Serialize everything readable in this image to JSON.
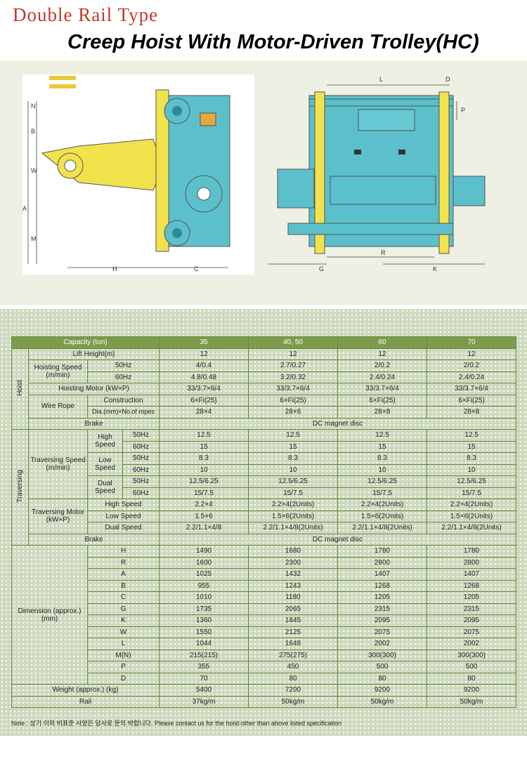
{
  "header": {
    "title": "Double Rail Type",
    "subtitle": "Creep Hoist With Motor-Driven Trolley(HC)"
  },
  "drawing": {
    "side_labels": {
      "N": "N",
      "B": "B",
      "W": "W",
      "A": "A",
      "M": "M",
      "H": "H",
      "C": "C"
    },
    "front_labels": {
      "L": "L",
      "D": "D",
      "P": "P",
      "R": "R",
      "G": "G",
      "K": "K"
    }
  },
  "table": {
    "header": {
      "label": "Capacity (ton)",
      "c1": "35",
      "c2": "40, 50",
      "c3": "60",
      "c4": "70"
    },
    "groups": {
      "hoist": "Hoist",
      "traversing": "Traversing"
    },
    "lift_height": {
      "label": "Lift Height(m)",
      "values": [
        "12",
        "12",
        "12",
        "12"
      ]
    },
    "hoisting_speed": {
      "label": "Hoisting Speed (m/min)",
      "hz50": "50Hz",
      "hz60": "60Hz",
      "values50": [
        "4/0.4",
        "2.7/0.27",
        "2/0.2",
        "2/0.2"
      ],
      "values60": [
        "4.8/0.48",
        "3.2/0.32",
        "2.4/0.24",
        "2.4/0.24"
      ]
    },
    "hoisting_motor": {
      "label": "Hoisting Motor (kW×P)",
      "values": [
        "33/3.7×6/4",
        "33/3.7×6/4",
        "33/3.7×6/4",
        "33/3.7×6/4"
      ]
    },
    "wire_rope": {
      "label": "Wire Rope",
      "construction": "Construction",
      "dia": "Dia.(mm)×No.of ropes",
      "construction_values": [
        "6×Fi(25)",
        "6×Fi(25)",
        "6×Fi(25)",
        "6×Fi(25)"
      ],
      "dia_values": [
        "28×4",
        "28×6",
        "28×8",
        "28×8"
      ]
    },
    "brake": {
      "label": "Brake",
      "value": "DC magnet disc"
    },
    "traversing_speed": {
      "label": "Traversing Speed (m/min)",
      "high": "High Speed",
      "low": "Low Speed",
      "dual": "Dual Speed",
      "hz50": "50Hz",
      "hz60": "60Hz",
      "high50": [
        "12.5",
        "12.5",
        "12.5",
        "12.5"
      ],
      "high60": [
        "15",
        "15",
        "15",
        "15"
      ],
      "low50": [
        "8.3",
        "8.3",
        "8.3",
        "8.3"
      ],
      "low60": [
        "10",
        "10",
        "10",
        "10"
      ],
      "dual50": [
        "12.5/6.25",
        "12.5/6.25",
        "12.5/6.25",
        "12.5/6.25"
      ],
      "dual60": [
        "15/7.5",
        "15/7.5",
        "15/7.5",
        "15/7.5"
      ]
    },
    "traversing_motor": {
      "label": "Traversing Motor (kW×P)",
      "high": "High Speed",
      "low": "Low Speed",
      "dual": "Dual Speed",
      "high_values": [
        "2.2×4",
        "2.2×4(2Units)",
        "2.2×4(2Units)",
        "2.2×4(2Units)"
      ],
      "low_values": [
        "1.5×6",
        "1.5×6(2Units)",
        "1.5×6(2Units)",
        "1.5×6(2Units)"
      ],
      "dual_values": [
        "2.2/1.1×4/8",
        "2.2/1.1×4/8(2Units)",
        "2.2/1.1×4/8(2Units)",
        "2.2/1.1×4/8(2Units)"
      ]
    },
    "brake2": {
      "label": "Brake",
      "value": "DC magnet disc"
    },
    "dimension": {
      "label": "Dimension (approx.) (mm)",
      "rows": [
        {
          "key": "H",
          "values": [
            "1490",
            "1680",
            "1780",
            "1780"
          ]
        },
        {
          "key": "R",
          "values": [
            "1600",
            "2300",
            "2800",
            "2800"
          ]
        },
        {
          "key": "A",
          "values": [
            "1025",
            "1432",
            "1407",
            "1407"
          ]
        },
        {
          "key": "B",
          "values": [
            "955",
            "1243",
            "1268",
            "1268"
          ]
        },
        {
          "key": "C",
          "values": [
            "1010",
            "1180",
            "1205",
            "1205"
          ]
        },
        {
          "key": "G",
          "values": [
            "1735",
            "2065",
            "2315",
            "2315"
          ]
        },
        {
          "key": "K",
          "values": [
            "1360",
            "1845",
            "2095",
            "2095"
          ]
        },
        {
          "key": "W",
          "values": [
            "1550",
            "2125",
            "2075",
            "2075"
          ]
        },
        {
          "key": "L",
          "values": [
            "1044",
            "1648",
            "2002",
            "2002"
          ]
        },
        {
          "key": "M(N)",
          "values": [
            "215(215)",
            "275(275)",
            "300(300)",
            "300(300)"
          ]
        },
        {
          "key": "P",
          "values": [
            "355",
            "450",
            "500",
            "500"
          ]
        },
        {
          "key": "D",
          "values": [
            "70",
            "80",
            "80",
            "80"
          ]
        }
      ]
    },
    "weight": {
      "label": "Weight (approx.) (kg)",
      "values": [
        "5400",
        "7200",
        "9200",
        "9200"
      ]
    },
    "rail": {
      "label": "Rail",
      "values": [
        "37kg/m",
        "50kg/m",
        "50kg/m",
        "50kg/m"
      ]
    }
  },
  "footnote": "Note : 상기 이외 비표준 사양은 당사로 문의 바랍니다.  Please contact us for the hoist other than above listed specification",
  "colors": {
    "title_red": "#c0392b",
    "header_green": "#7d9b4c",
    "machine_blue": "#5bc0cc",
    "machine_yellow": "#f2e24c"
  }
}
